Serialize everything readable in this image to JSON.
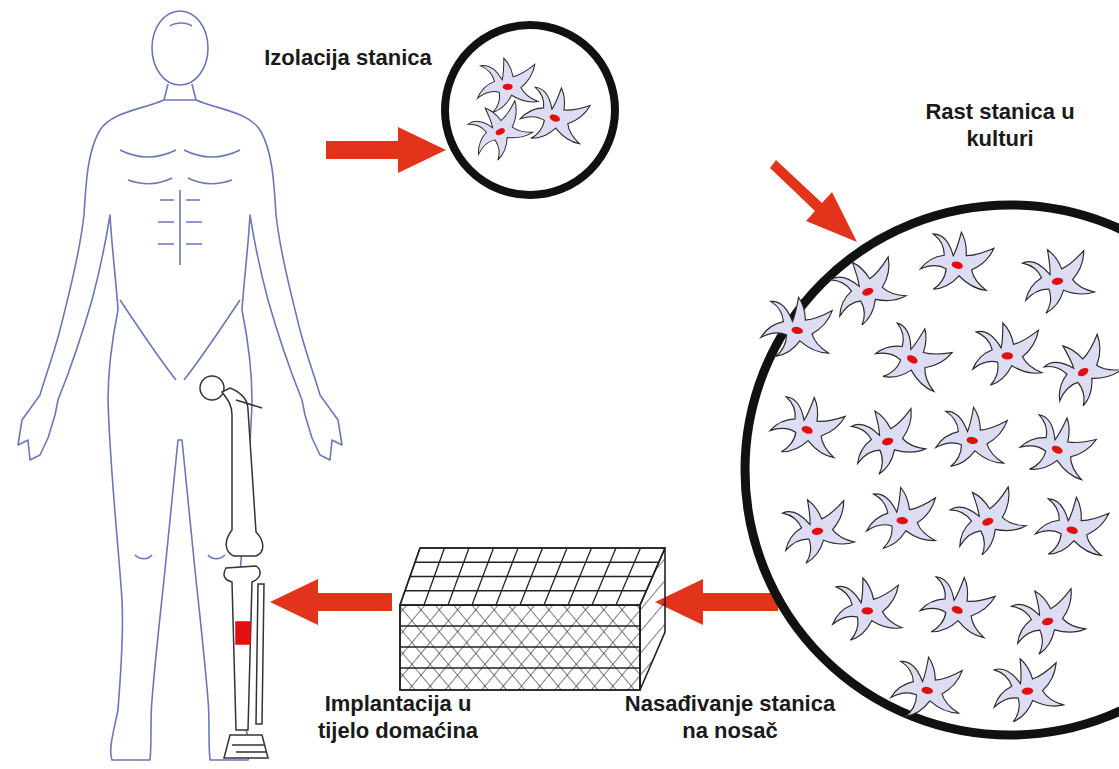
{
  "diagram": {
    "labels": [
      "Izolacija stanica",
      "Rast stanica u kulturi",
      "Nasađivanje stanica na nosač",
      "Implantacija u tijelo domaćina"
    ]
  }
}
